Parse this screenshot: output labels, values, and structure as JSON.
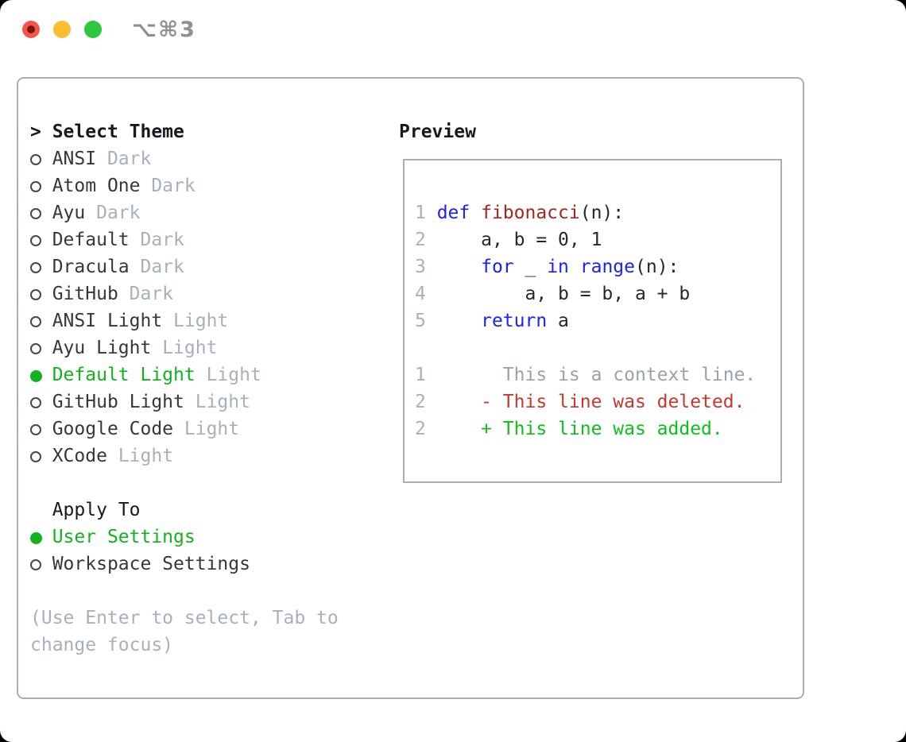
{
  "colors": {
    "text": "#33383f",
    "bold_text": "#16191d",
    "code": "#24282e",
    "muted": "#a7b0bc",
    "num": "#a7b0bc",
    "ctx": "#9aa2ac",
    "green": "#12b21e",
    "add": "#0cc01a",
    "del": "#c5392c",
    "kw": "#1c22f2",
    "fn": "#a3271f",
    "border": "#a8aeb8",
    "traffic_red": "#f4564d",
    "traffic_red_dot": "#7e150d",
    "traffic_yellow": "#fcbd2f",
    "traffic_green": "#2bc840"
  },
  "window": {
    "shortcut": "⌥⌘3"
  },
  "theme_panel": {
    "prompt": ">",
    "title": "Select Theme",
    "items": [
      {
        "label": "ANSI",
        "variant": "Dark",
        "selected": false
      },
      {
        "label": "Atom One",
        "variant": "Dark",
        "selected": false
      },
      {
        "label": "Ayu",
        "variant": "Dark",
        "selected": false
      },
      {
        "label": "Default",
        "variant": "Dark",
        "selected": false
      },
      {
        "label": "Dracula",
        "variant": "Dark",
        "selected": false
      },
      {
        "label": "GitHub",
        "variant": "Dark",
        "selected": false
      },
      {
        "label": "ANSI Light",
        "variant": "Light",
        "selected": false
      },
      {
        "label": "Ayu Light",
        "variant": "Light",
        "selected": false
      },
      {
        "label": "Default Light",
        "variant": "Light",
        "selected": true
      },
      {
        "label": "GitHub Light",
        "variant": "Light",
        "selected": false
      },
      {
        "label": "Google Code",
        "variant": "Light",
        "selected": false
      },
      {
        "label": "XCode",
        "variant": "Light",
        "selected": false
      }
    ],
    "apply_to": {
      "title": "Apply To",
      "options": [
        {
          "label": "User Settings",
          "selected": true
        },
        {
          "label": "Workspace Settings",
          "selected": false
        }
      ]
    },
    "help_lines": [
      "(Use Enter to select, Tab to",
      "change focus)"
    ]
  },
  "preview": {
    "title": "Preview",
    "lines": [
      [],
      [
        {
          "t": "1 ",
          "c": "num"
        },
        {
          "t": "def ",
          "c": "kw"
        },
        {
          "t": "fibonacci",
          "c": "fn"
        },
        {
          "t": "(n):",
          "c": "code"
        }
      ],
      [
        {
          "t": "2 ",
          "c": "num"
        },
        {
          "t": "    a, b = 0, 1",
          "c": "code"
        }
      ],
      [
        {
          "t": "3 ",
          "c": "num"
        },
        {
          "t": "    ",
          "c": "code"
        },
        {
          "t": "for",
          "c": "kw"
        },
        {
          "t": " _ ",
          "c": "code"
        },
        {
          "t": "in",
          "c": "kw"
        },
        {
          "t": " ",
          "c": "code"
        },
        {
          "t": "range",
          "c": "kw"
        },
        {
          "t": "(n):",
          "c": "code"
        }
      ],
      [
        {
          "t": "4 ",
          "c": "num"
        },
        {
          "t": "        a, b = b, a + b",
          "c": "code"
        }
      ],
      [
        {
          "t": "5 ",
          "c": "num"
        },
        {
          "t": "    ",
          "c": "code"
        },
        {
          "t": "return",
          "c": "kw"
        },
        {
          "t": " a",
          "c": "code"
        }
      ],
      [],
      [
        {
          "t": "1",
          "c": "num"
        },
        {
          "t": "       This is a context line.",
          "c": "ctx"
        }
      ],
      [
        {
          "t": "2",
          "c": "num"
        },
        {
          "t": "     ",
          "c": "code"
        },
        {
          "t": "- This line was deleted.",
          "c": "del"
        }
      ],
      [
        {
          "t": "2",
          "c": "num"
        },
        {
          "t": "     ",
          "c": "code"
        },
        {
          "t": "+ This line was added.",
          "c": "add"
        }
      ],
      []
    ]
  }
}
